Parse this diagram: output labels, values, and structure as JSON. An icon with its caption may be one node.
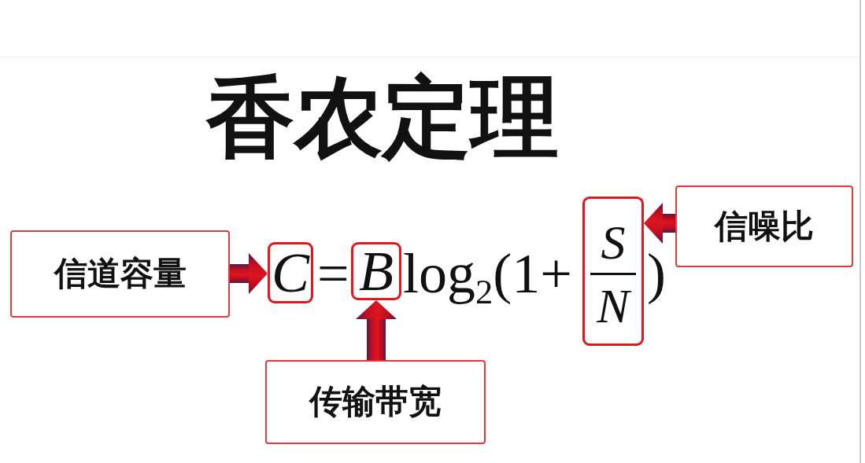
{
  "diagram": {
    "title": "香农定理",
    "nodes": [
      {
        "text": [
          "信道容量"
        ]
      },
      {
        "text": [
          "C"
        ]
      },
      {
        "text": [
          "B"
        ]
      },
      {
        "text": [
          "S",
          "N"
        ]
      },
      {
        "text": [
          "信噪比"
        ]
      },
      {
        "text": [
          "传输带宽"
        ]
      }
    ],
    "edges": [
      {
        "from": 0,
        "to": 1,
        "arrow": "to"
      },
      {
        "from": 5,
        "to": 2,
        "arrow": "to"
      },
      {
        "from": 4,
        "to": 3,
        "arrow": "to"
      }
    ],
    "labels": [
      "=",
      "log$_{2}$(1+",
      ")"
    ]
  }
}
